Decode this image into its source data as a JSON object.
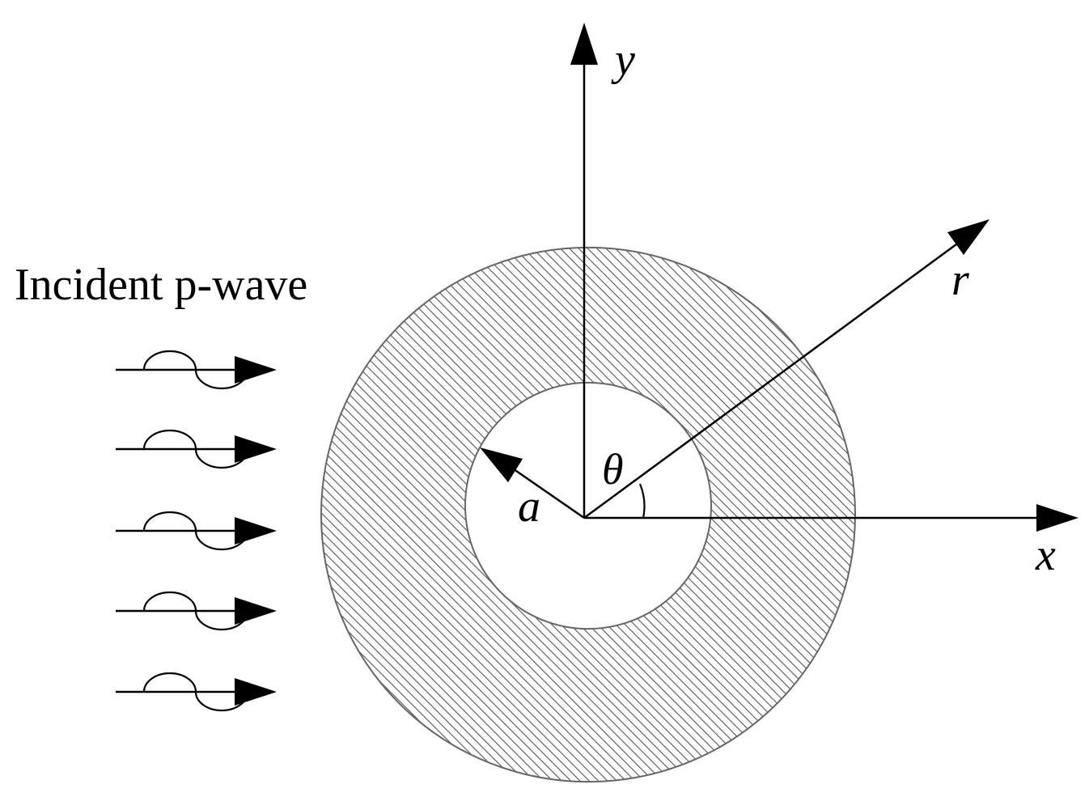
{
  "labels": {
    "incident": "Incident p-wave",
    "y_axis": "y",
    "x_axis": "x",
    "r_axis": "r",
    "theta": "θ",
    "radius": "a"
  },
  "colors": {
    "ink": "#000000",
    "hatch": "#555555",
    "ring_fill": "#ffffff",
    "ring_edge": "#666666"
  },
  "wave_arrow_count": 5
}
